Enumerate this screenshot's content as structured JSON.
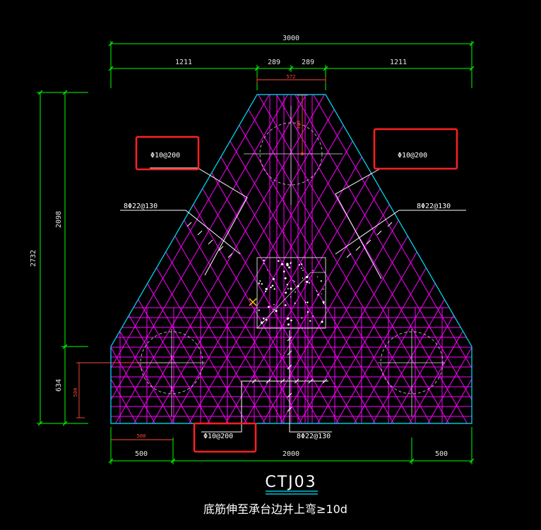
{
  "colors": {
    "background": "#000000",
    "dimension": "#00ff00",
    "outline": "#00e5ff",
    "rebar": "#ff00ff",
    "text": "#ffffff",
    "highlight": "#ff2020",
    "accent_red": "#ff4a3a",
    "marker": "#ffcc00"
  },
  "dimensions": {
    "top_total": "3000",
    "top_left": "1211",
    "top_mid_left": "289",
    "top_mid_right": "289",
    "top_right": "1211",
    "top_red": "572",
    "vertical_red": "300",
    "left_total": "2732",
    "left_upper": "2098",
    "left_lower": "634",
    "left_red": "500",
    "bottom_left": "500",
    "bottom_mid": "2000",
    "bottom_right": "500",
    "bottom_red": "500"
  },
  "labels": {
    "top_left_rebar": "Φ10@200",
    "top_right_rebar": "Φ10@200",
    "bottom_rebar": "Φ10@200",
    "left_main_rebar": "8Φ22@130",
    "right_main_rebar": "8Φ22@130",
    "bottom_main_rebar": "8Φ22@130"
  },
  "title": {
    "code": "CTJ03",
    "note": "底筋伸至承台边并上弯≥10d"
  }
}
